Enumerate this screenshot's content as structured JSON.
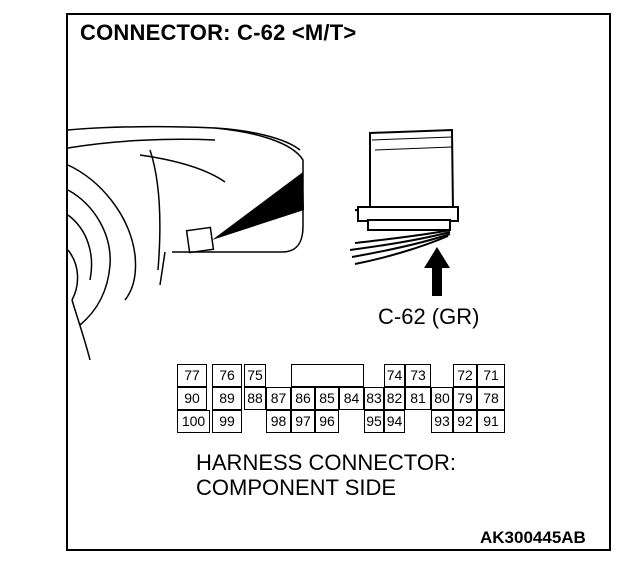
{
  "title": "CONNECTOR: C-62 <M/T>",
  "connector_label": "C-62 (GR)",
  "harness_text": {
    "line1": "HARNESS CONNECTOR:",
    "line2": "COMPONENT SIDE"
  },
  "figure_code": "AK300445AB",
  "pins": {
    "row1": [
      "77",
      "76",
      "75",
      "74",
      "73",
      "72",
      "71"
    ],
    "row2": [
      "90",
      "89",
      "88",
      "87",
      "86",
      "85",
      "84",
      "83",
      "82",
      "81",
      "80",
      "79",
      "78"
    ],
    "row3": [
      "100",
      "99",
      "98",
      "97",
      "96",
      "95",
      "94",
      "93",
      "92",
      "91"
    ]
  }
}
